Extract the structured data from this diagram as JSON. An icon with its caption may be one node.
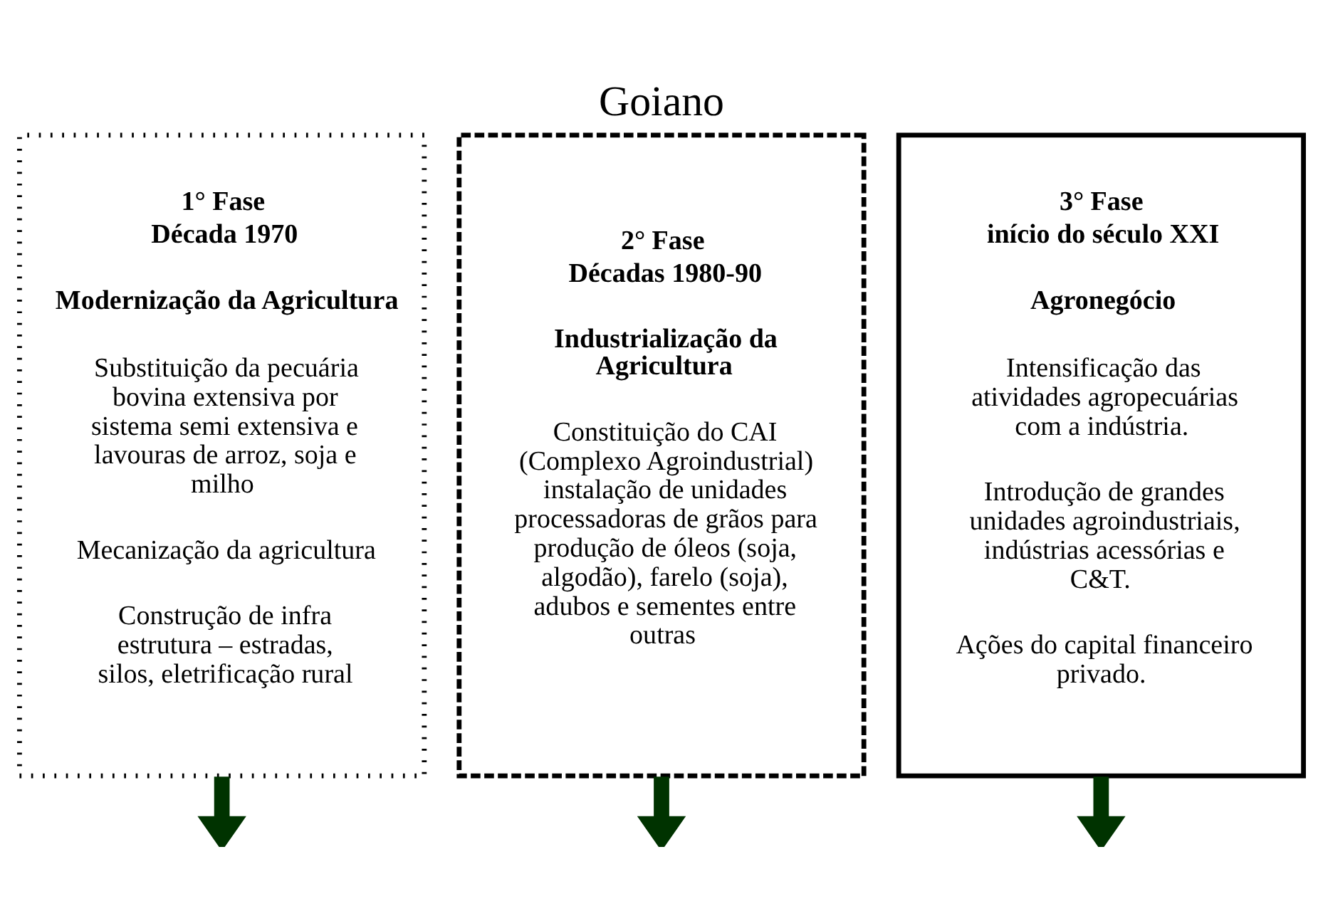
{
  "diagram": {
    "title": "Goiano",
    "nodes": [
      {
        "text": [
          "1° Fase",
          "Década 1970",
          "Modernização da Agricultura",
          "Substituição da pecuária bovina extensiva por sistema semi extensiva e lavouras de arroz, soja e milho",
          "Mecanização da agricultura",
          "Construção de infra estrutura – estradas, silos, eletrificação rural"
        ]
      },
      {
        "text": [
          "2° Fase",
          "Décadas 1980-90",
          "Industrialização da Agricultura",
          "Constituição do CAI (Complexo Agroindustrial) instalação de unidades processadoras de grãos para produção de óleos (soja, algodão), farelo (soja), adubos e sementes entre outras"
        ]
      },
      {
        "text": [
          "3° Fase",
          "início do século XXI",
          "Agronegócio",
          "Intensificação das atividades agropecuárias com a indústria.",
          "Introdução de grandes unidades agroindustriais, indústrias acessórias e C&T.",
          "Ações do capital financeiro privado."
        ]
      }
    ],
    "edges": [
      {
        "from": 0,
        "to": null,
        "arrow": "to",
        "color": "#003300"
      },
      {
        "from": 1,
        "to": null,
        "arrow": "to",
        "color": "#003300"
      },
      {
        "from": 2,
        "to": null,
        "arrow": "to",
        "color": "#003300"
      }
    ]
  }
}
